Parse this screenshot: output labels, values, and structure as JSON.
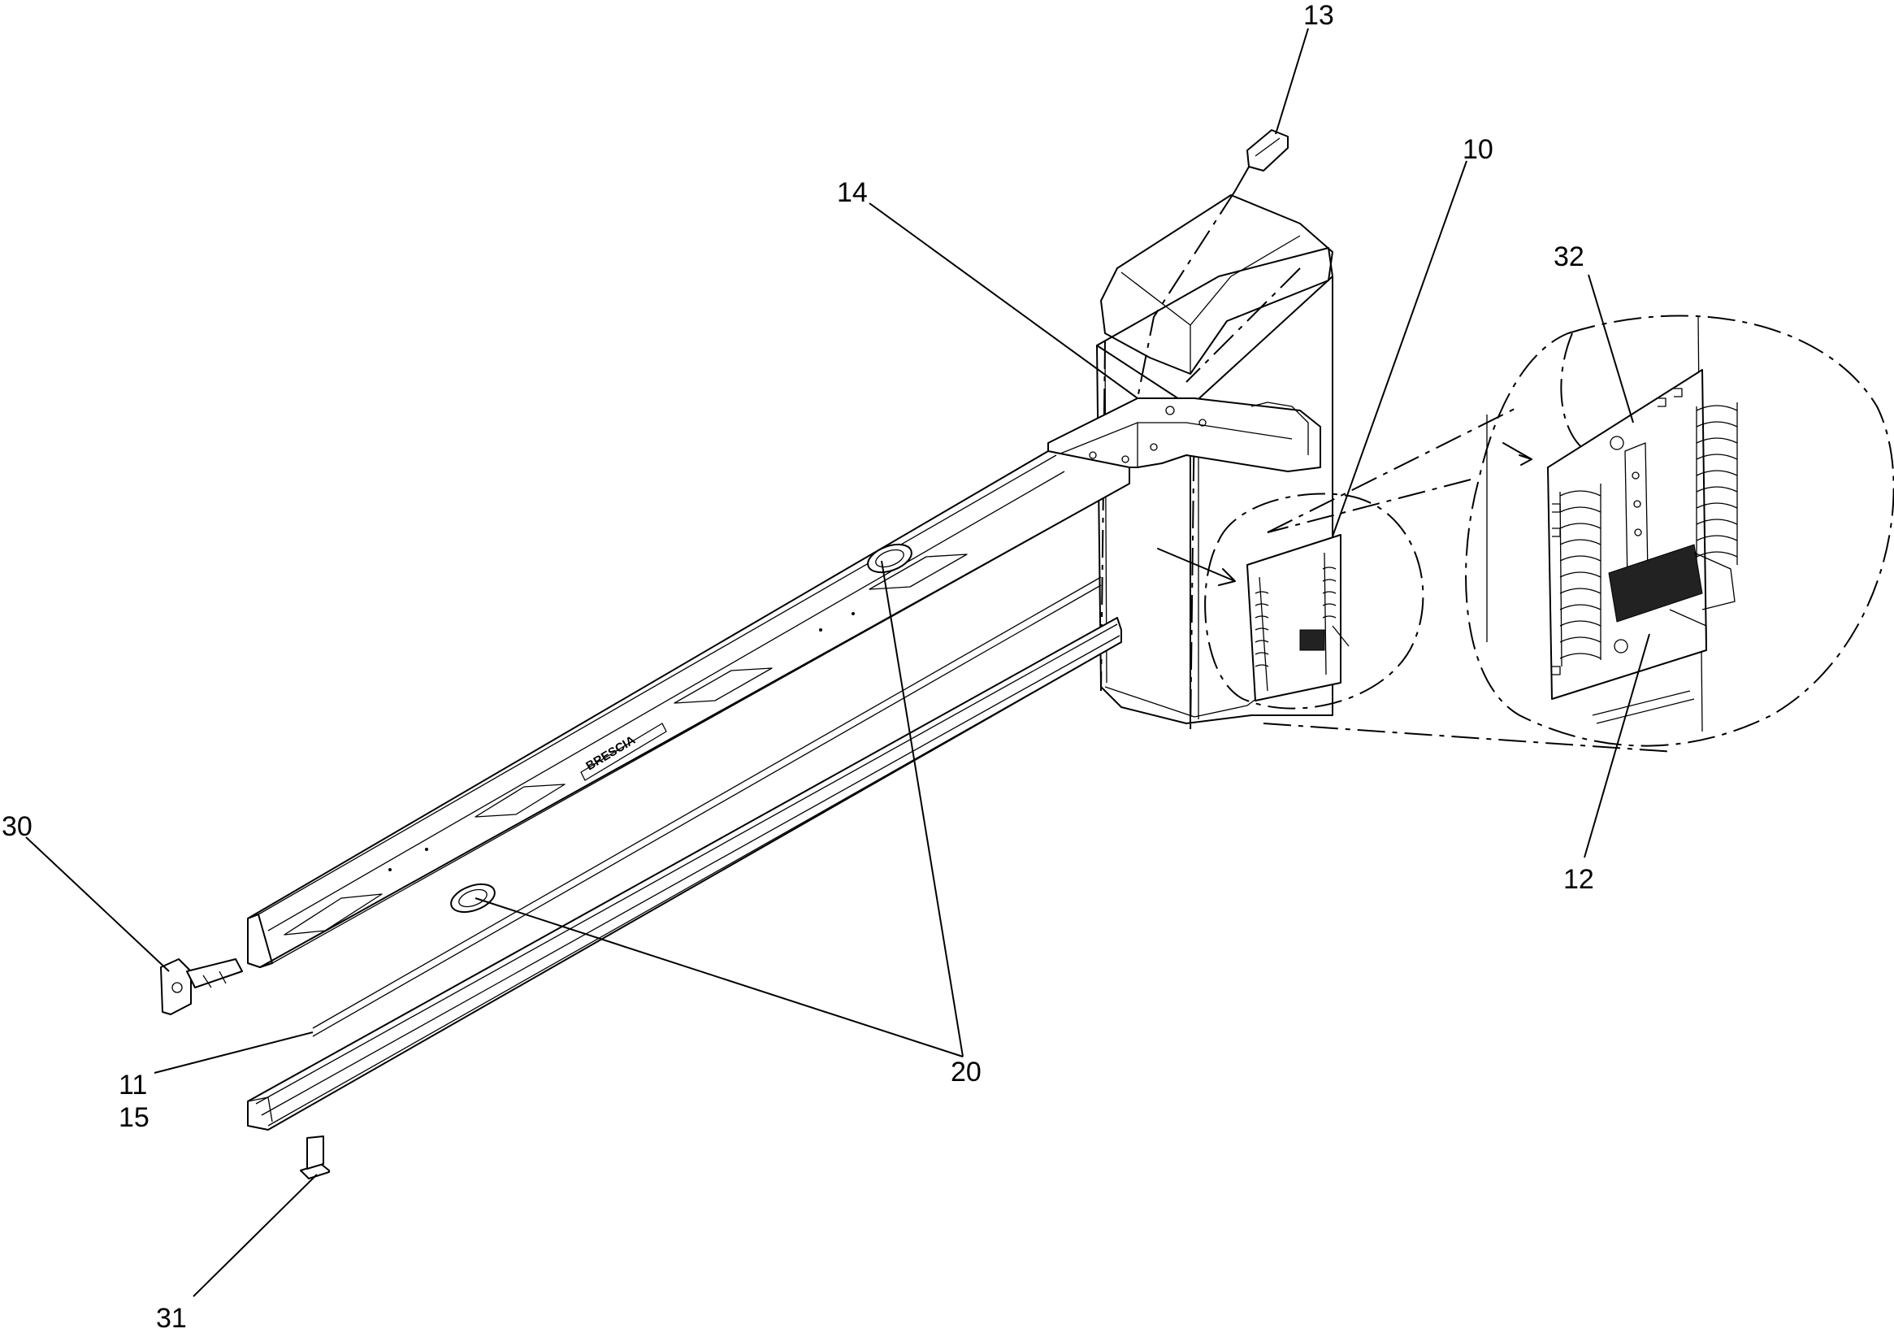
{
  "callouts": {
    "c13": "13",
    "c10": "10",
    "c14": "14",
    "c32": "32",
    "c30": "30",
    "c12": "12",
    "c11": "11",
    "c15": "15",
    "c20": "20",
    "c31": "31"
  },
  "arm_label": "BRESCIA"
}
